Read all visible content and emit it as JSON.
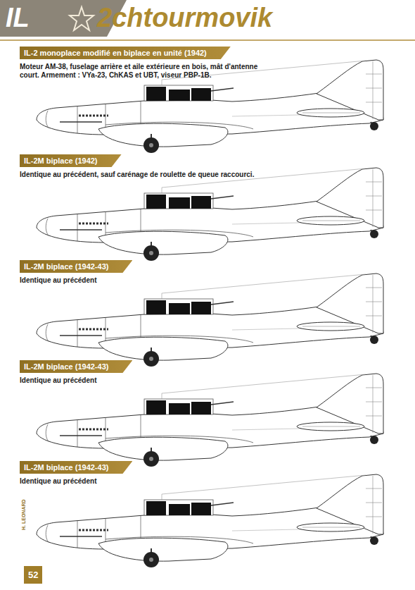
{
  "diagram": {
    "nodes": [
      {
        "text": [
          "IL-2 monoplace modifié en biplace en unité (1942)",
          "Moteur AM-38, fuselage arrière et aile extérieure en bois, mât d'antenne court. Armement : VYa-23, ChKAS et UBT, viseur PBP-1B."
        ]
      },
      {
        "text": [
          "IL-2M biplace (1942)",
          "Identique au précédent, sauf carénage de roulette de queue raccourci."
        ]
      },
      {
        "text": [
          "IL-2M biplace (1942-43)",
          "Identique au précédent"
        ]
      },
      {
        "text": [
          "IL-2M biplace (1942-43)",
          "Identique au précédent"
        ]
      },
      {
        "text": [
          "IL-2M biplace (1942-43)",
          "Identique au précédent"
        ]
      }
    ],
    "labels": [
      "IL",
      "2chtourmovik",
      "H. LEONARD",
      "52"
    ]
  }
}
